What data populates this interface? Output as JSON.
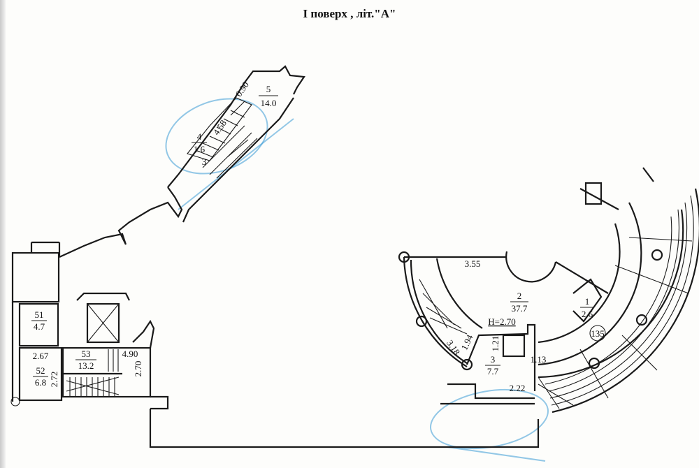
{
  "title": "І поверх , літ.\"А\"",
  "rooms": {
    "r5": {
      "num": "5",
      "area": "14.0"
    },
    "r4": {
      "num": "4",
      "area": "1.6"
    },
    "r3_upper": {
      "num": "3"
    },
    "r51": {
      "num": "51",
      "area": "4.7"
    },
    "r52": {
      "num": "52",
      "area": "6.8"
    },
    "r53": {
      "num": "53",
      "area": "13.2"
    },
    "r2": {
      "num": "2",
      "area": "37.7"
    },
    "r1": {
      "num": "1",
      "area": "2.6"
    },
    "r3": {
      "num": "3",
      "area": "7.7"
    }
  },
  "dimensions": {
    "d090": "0.90",
    "d458": "4.58",
    "d267": "2.67",
    "d272": "2.72",
    "d490": "4.90",
    "d270": "2.70",
    "d355": "3.55",
    "d318": "3.18",
    "d194": "1.94",
    "d121": "1.21",
    "d113": "1.13",
    "d222": "2.22"
  },
  "height_note": "H=2.70",
  "marker": "135",
  "colors": {
    "ink": "#1a1a1a",
    "stamp": "#3a9bd6"
  }
}
